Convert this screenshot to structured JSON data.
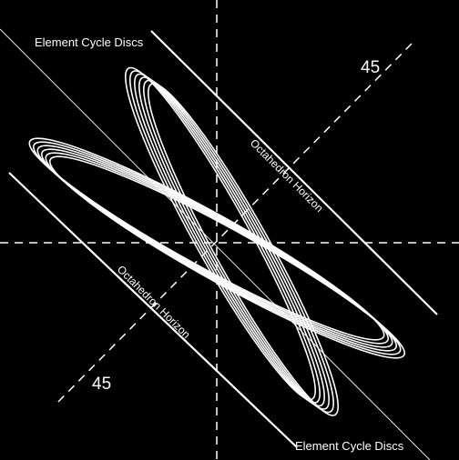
{
  "labels": {
    "element_cycle_discs_top": "Element Cycle Discs",
    "element_cycle_discs_bottom": "Element Cycle Discs",
    "octahedron_horizon_upper": "Octahedron Horizon",
    "octahedron_horizon_lower": "Octahedron Horizon",
    "angle_upper": "45",
    "angle_lower": "45"
  },
  "colors": {
    "background": "#000000",
    "stroke": "#ffffff",
    "dashed_axis": "#ffffff"
  },
  "structure": {
    "ellipse_families": 2,
    "ellipses_per_family": 6,
    "solid_boundary_lines": 2,
    "dashed_axes": [
      "vertical",
      "horizontal",
      "diagonal-45"
    ]
  }
}
